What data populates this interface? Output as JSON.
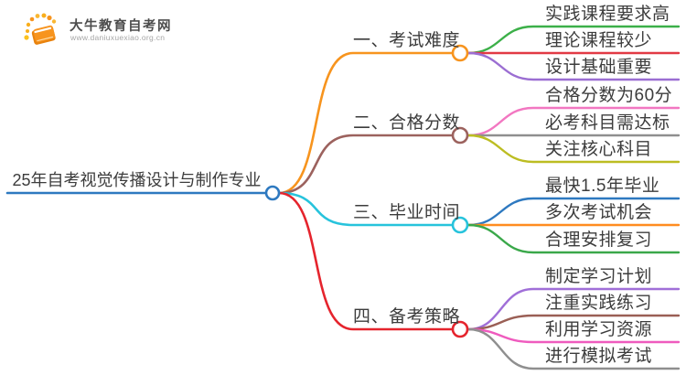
{
  "logo": {
    "title": "大牛教育自考网",
    "url": "www.daniuxuexiao.org.cn",
    "icon": "book-icon",
    "brand_color": "#f7941e"
  },
  "root": {
    "label": "25年自考视觉传播设计与制作专业",
    "color": "#2e79c0"
  },
  "text_color": "#3c3c3c",
  "branches": [
    {
      "label": "一、考试难度",
      "color": "#f7941e",
      "children": [
        {
          "label": "实践课程要求高",
          "color": "#3cb049"
        },
        {
          "label": "理论课程较少",
          "color": "#e23a44"
        },
        {
          "label": "设计基础重要",
          "color": "#9b6ed2"
        }
      ]
    },
    {
      "label": "二、合格分数",
      "color": "#9c625e",
      "children": [
        {
          "label": "合格分数为60分",
          "color": "#f277c1"
        },
        {
          "label": "必考科目需达标",
          "color": "#8f8f8f"
        },
        {
          "label": "关注核心科目",
          "color": "#bcbd22"
        }
      ]
    },
    {
      "label": "三、毕业时间",
      "color": "#27c3dc",
      "children": [
        {
          "label": "最快1.5年毕业",
          "color": "#2e79c0"
        },
        {
          "label": "多次考试机会",
          "color": "#ff8c1f"
        },
        {
          "label": "合理安排复习",
          "color": "#3aa84a"
        }
      ]
    },
    {
      "label": "四、备考策略",
      "color": "#e5242d",
      "children": [
        {
          "label": "制定学习计划",
          "color": "#a06fd8"
        },
        {
          "label": "注重实践练习",
          "color": "#9a5f55"
        },
        {
          "label": "利用学习资源",
          "color": "#ef5bbe"
        },
        {
          "label": "进行模拟考试",
          "color": "#8f8f8f"
        }
      ]
    }
  ]
}
